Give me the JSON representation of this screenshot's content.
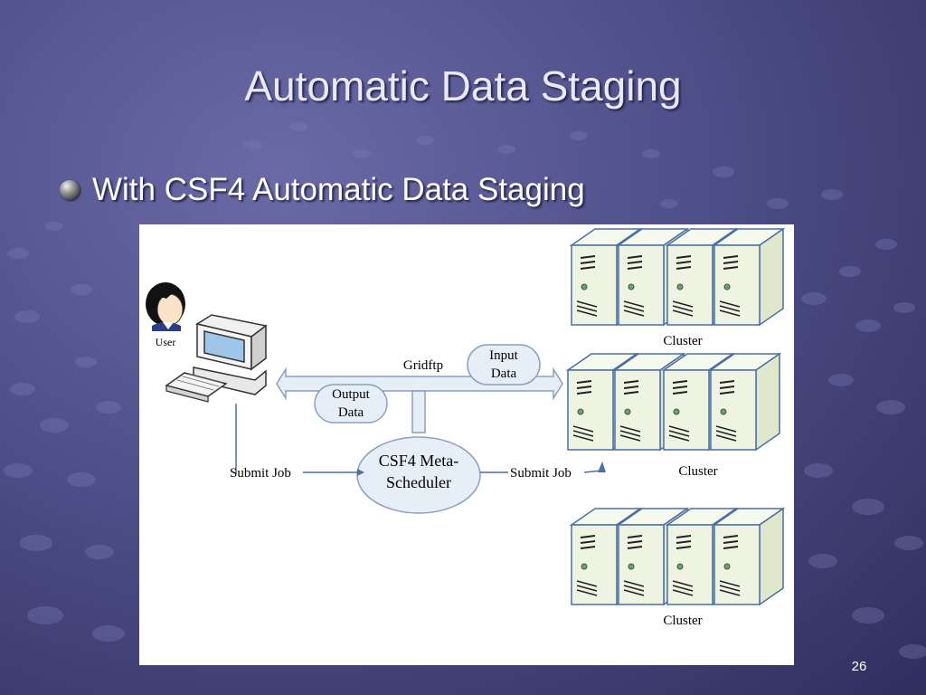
{
  "slide": {
    "title": "Automatic Data Staging",
    "bullet": "With CSF4 Automatic Data Staging",
    "page_number": "26"
  },
  "diagram": {
    "user_label": "User",
    "gridftp_label": "Gridftp",
    "input_data_label": [
      "Input",
      "Data"
    ],
    "output_data_label": [
      "Output",
      "Data"
    ],
    "scheduler_label": [
      "CSF4 Meta-",
      "Scheduler"
    ],
    "submit_job_left": "Submit Job",
    "submit_job_right": "Submit Job",
    "clusters": [
      {
        "label": "Cluster"
      },
      {
        "label": "Cluster"
      },
      {
        "label": "Cluster"
      }
    ]
  },
  "colors": {
    "background": "#4f4f8a",
    "accent_blue": "#4a6fa8",
    "server_body": "#eef3e2"
  }
}
